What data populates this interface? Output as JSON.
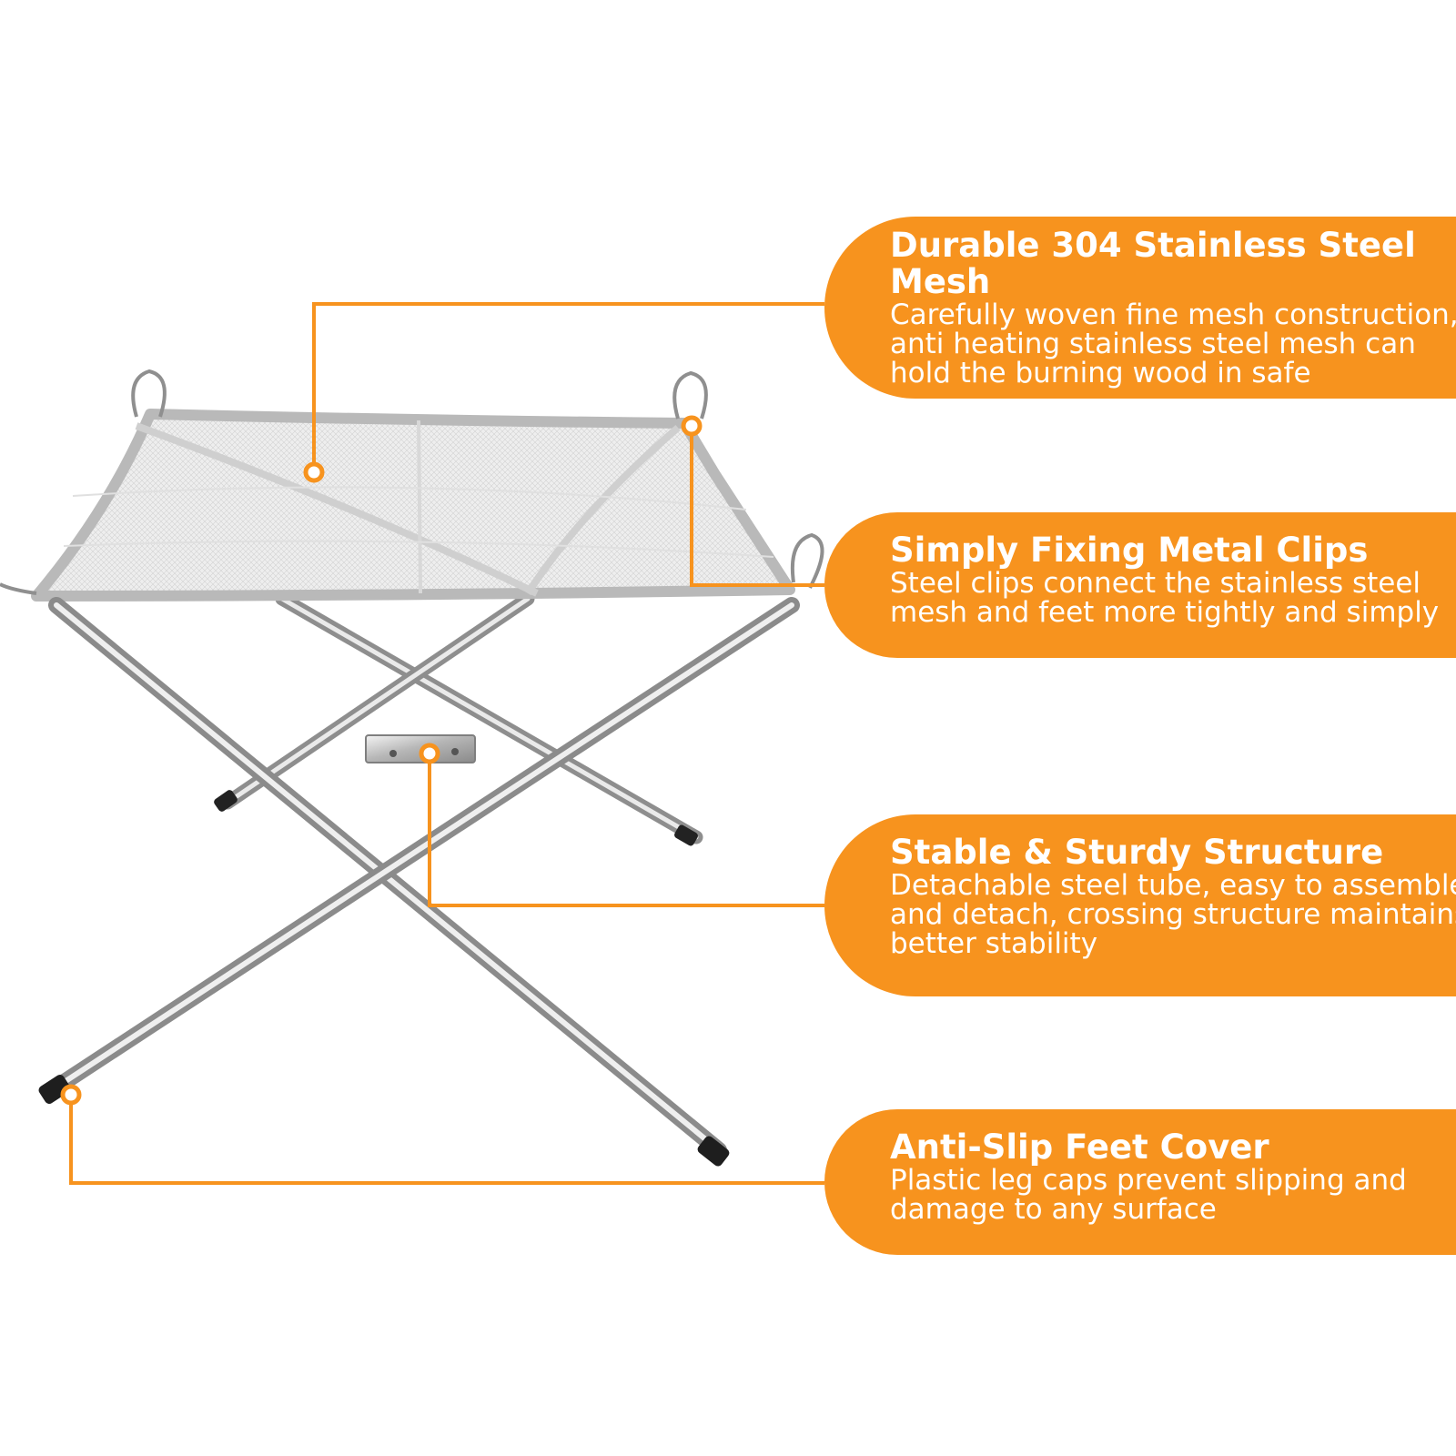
{
  "theme": {
    "accent": "#F7931E",
    "text_on_accent": "#FFFFFF",
    "background": "#FFFFFF"
  },
  "features": [
    {
      "title_lines": [
        "Durable 304 Stainless Steel",
        "Mesh"
      ],
      "desc_lines": [
        "Carefully woven fine mesh construction,",
        "anti heating stainless steel mesh can",
        "hold the burning wood in safe"
      ]
    },
    {
      "title_lines": [
        "Simply Fixing Metal Clips"
      ],
      "desc_lines": [
        "Steel clips connect the stainless steel",
        "mesh and feet more tightly and simply"
      ]
    },
    {
      "title_lines": [
        "Stable & Sturdy Structure"
      ],
      "desc_lines": [
        "Detachable steel tube, easy to assemble",
        "and detach, crossing structure maintains",
        "better stability"
      ]
    },
    {
      "title_lines": [
        "Anti-Slip Feet Cover"
      ],
      "desc_lines": [
        "Plastic leg caps prevent slipping and",
        "damage to any surface"
      ]
    }
  ]
}
